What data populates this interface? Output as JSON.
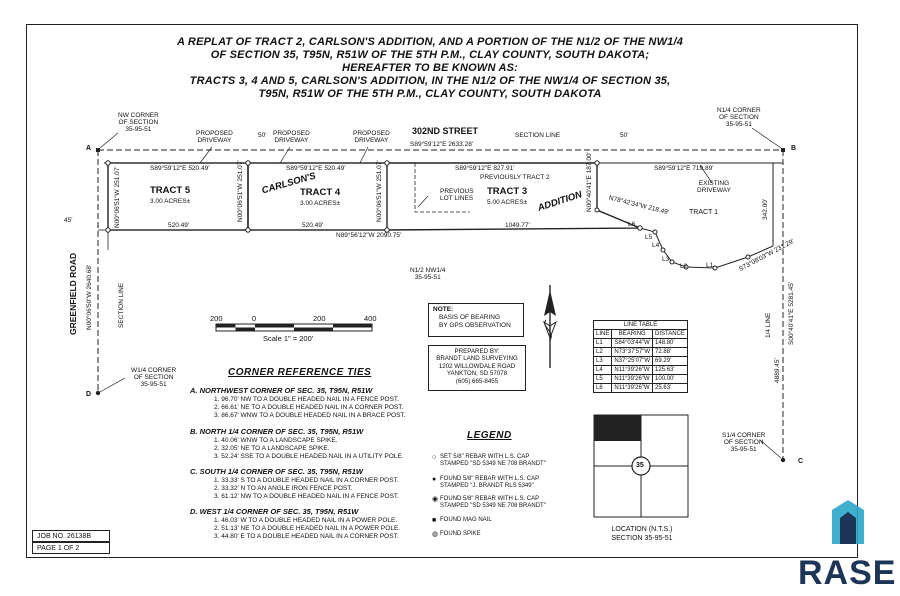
{
  "title_lines": [
    "A REPLAT OF TRACT 2, CARLSON'S ADDITION, AND A PORTION OF THE N1/2 OF THE NW1/4",
    "OF SECTION 35, T95N, R51W OF THE 5TH P.M., CLAY COUNTY, SOUTH DAKOTA;",
    "HEREAFTER TO BE KNOWN AS:",
    "TRACTS 3, 4 AND 5, CARLSON'S ADDITION, IN THE N1/2 OF THE NW1/4 OF SECTION 35,",
    "T95N, R51W OF THE 5TH P.M., CLAY COUNTY, SOUTH DAKOTA"
  ],
  "plat": {
    "street": "302ND STREET",
    "section_line_1": "SECTION LINE",
    "section_line_2": "SECTION LINE",
    "quarter_line": "1/4 LINE",
    "greenfield_road": "GREENFIELD ROAD",
    "corner_a_letter": "A",
    "corner_b_letter": "B",
    "corner_c_letter": "C",
    "corner_d_letter": "D",
    "nw_corner": [
      "NW CORNER",
      "OF SECTION",
      "35-95-51"
    ],
    "n14_corner": [
      "N1/4 CORNER",
      "OF SECTION",
      "35-95-51"
    ],
    "w14_corner": [
      "W1/4 CORNER",
      "OF SECTION",
      "35-95-51"
    ],
    "s14_corner": [
      "S1/4 CORNER",
      "OF SECTION",
      "35-95-51"
    ],
    "driveway_1": [
      "PROPOSED",
      "DRIVEWAY"
    ],
    "driveway_2": [
      "PROPOSED",
      "DRIVEWAY"
    ],
    "driveway_3": [
      "PROPOSED",
      "DRIVEWAY"
    ],
    "existing_driveway": [
      "EXISTING",
      "DRIVEWAY"
    ],
    "bearing_street": "S89°59'12\"E   2633.28'",
    "b_t5_top": "S89°59'12\"E   520.49'",
    "b_t4_top": "S89°59'12\"E   520.49'",
    "b_t3_top": "S89°59'12\"E   827.91'",
    "b_east_top": "S89°59'12\"E   719.89'",
    "b_t5_bot": "520.49'",
    "b_t4_bot": "520.49'",
    "b_south": "N89°56'12\"W   2090.75'",
    "b_t3_bot": "1049.77'",
    "b_t5_west": "N00°06'51\"W 251.07'",
    "b_t5_east": "N00°06'51\"W 251.07'",
    "b_t4_east": "N00°06'51\"W 251.07'",
    "b_t3_east": "N00°40'41\"E 187.00'",
    "b_diag": "N78°42'34\"W 218.49'",
    "b_s73": "S73°08'03\"W 231.29'",
    "b_342": "342.00'",
    "b_east_line": "S00°40'41\"E   5281.45'",
    "b_4889": "4889.45'",
    "b_west_line": "N00°06'50\"W   2640.68'",
    "dim_50_1": "50'",
    "dim_50_2": "50'",
    "dim_45": "45'",
    "tract5": "TRACT 5",
    "tract5_acres": "3.00 ACRES±",
    "tract4": "TRACT 4",
    "tract4_acres": "3.00 ACRES±",
    "tract3": "TRACT 3",
    "tract3_acres": "5.00 ACRES±",
    "tract1": "TRACT 1",
    "carlsons": "CARLSON'S",
    "addition": "ADDITION",
    "previously_tract2": "PREVIOUSLY TRACT 2",
    "previous_lot_lines": [
      "PREVIOUS",
      "LOT LINES"
    ],
    "n12_nw14": [
      "N1/2 NW1/4",
      "35-95-51"
    ],
    "l_labels": [
      "L1",
      "L2",
      "L3",
      "L4",
      "L5",
      "L6"
    ]
  },
  "scale": {
    "ticks": [
      "200",
      "0",
      "200",
      "400"
    ],
    "label": "Scale 1\" = 200'"
  },
  "note": {
    "title": "NOTE:",
    "lines": [
      "BASIS OF BEARING",
      "BY GPS OBSERVATION"
    ]
  },
  "prepared": [
    "PREPARED BY:",
    "BRANDT LAND SURVEYING",
    "1202 WILLOWDALE ROAD",
    "YANKTON, SD   57078",
    "(605) 665-8455"
  ],
  "line_table": {
    "title": "LINE TABLE",
    "headers": [
      "LINE",
      "BEARING",
      "DISTANCE"
    ],
    "rows": [
      [
        "L1",
        "S84°03'44\"W",
        "148.80'"
      ],
      [
        "L2",
        "N73°37'57\"W",
        "72.88'"
      ],
      [
        "L3",
        "N37°25'07\"W",
        "69.29'"
      ],
      [
        "L4",
        "N11°39'26\"W",
        "125.63'"
      ],
      [
        "L5",
        "N11°39'26\"W",
        "100.00'"
      ],
      [
        "L6",
        "N11°39'26\"W",
        "25.63'"
      ]
    ]
  },
  "corner_ties": {
    "title": "CORNER REFERENCE TIES",
    "groups": [
      {
        "heading": "A.  NORTHWEST CORNER OF SEC. 35, T95N, R51W",
        "items": [
          "1.  96.70' NW TO A DOUBLE HEADED NAIL IN A FENCE POST.",
          "2.  66.61' NE TO A DOUBLE HEADED NAIL IN A CORNER POST.",
          "3.  86.67' WNW TO A DOUBLE HEADED NAIL IN A BRACE POST."
        ]
      },
      {
        "heading": "B.  NORTH 1/4 CORNER OF SEC. 35, T95N, R51W",
        "items": [
          "1.  40.06' WNW TO A LANDSCAPE SPIKE.",
          "2.  32.05' NE TO A LANDSCAPE SPIKE.",
          "3.  52.24' SSE TO A DOUBLE HEADED NAIL IN A UTILITY POLE."
        ]
      },
      {
        "heading": "C.  SOUTH 1/4 CORNER OF SEC. 35, T95N, R51W",
        "items": [
          "1.  33.33' S TO A DOUBLE HEADED NAIL IN A CORNER POST.",
          "2.  33.32' N TO AN ANGLE IRON FENCE POST.",
          "3.  61.12' NW TO A DOUBLE HEADED NAIL IN A FENCE POST."
        ]
      },
      {
        "heading": "D.  WEST 1/4 CORNER OF SEC. 35, T95N, R51W",
        "items": [
          "1.  46.03' W TO A DOUBLE HEADED NAIL IN A POWER POLE.",
          "2.  51.13' NE TO A DOUBLE HEADED NAIL IN A POWER POLE.",
          "3.  44.80' E TO A DOUBLE HEADED NAIL IN A CORNER POST."
        ]
      }
    ]
  },
  "legend": {
    "title": "LEGEND",
    "items": [
      {
        "symbol": "○",
        "lines": [
          "SET 5/8\" REBAR WITH L.S. CAP",
          "STAMPED \"SD 5349 NE 708 BRANDT\""
        ]
      },
      {
        "symbol": "●",
        "lines": [
          "FOUND 5/8\" REBAR WITH L.S. CAP",
          "STAMPED \"J. BRANDT RLS 5349\""
        ]
      },
      {
        "symbol": "◉",
        "lines": [
          "FOUND 5/8\" REBAR WITH L.S. CAP",
          "STAMPED \"SD 5349 NE 708 BRANDT\""
        ]
      },
      {
        "symbol": "■",
        "lines": [
          "FOUND MAG NAIL"
        ]
      },
      {
        "symbol": "◍",
        "lines": [
          "FOUND SPIKE"
        ]
      }
    ]
  },
  "location": {
    "section_number": "35",
    "lines": [
      "LOCATION (N.T.S.)",
      "SECTION 35-95-51"
    ]
  },
  "job_no": "JOB NO. 26138B",
  "page": "PAGE 1 OF 2",
  "brand": {
    "name": "RASE",
    "color": "#1d3557",
    "accent": "#2aa6c9"
  }
}
